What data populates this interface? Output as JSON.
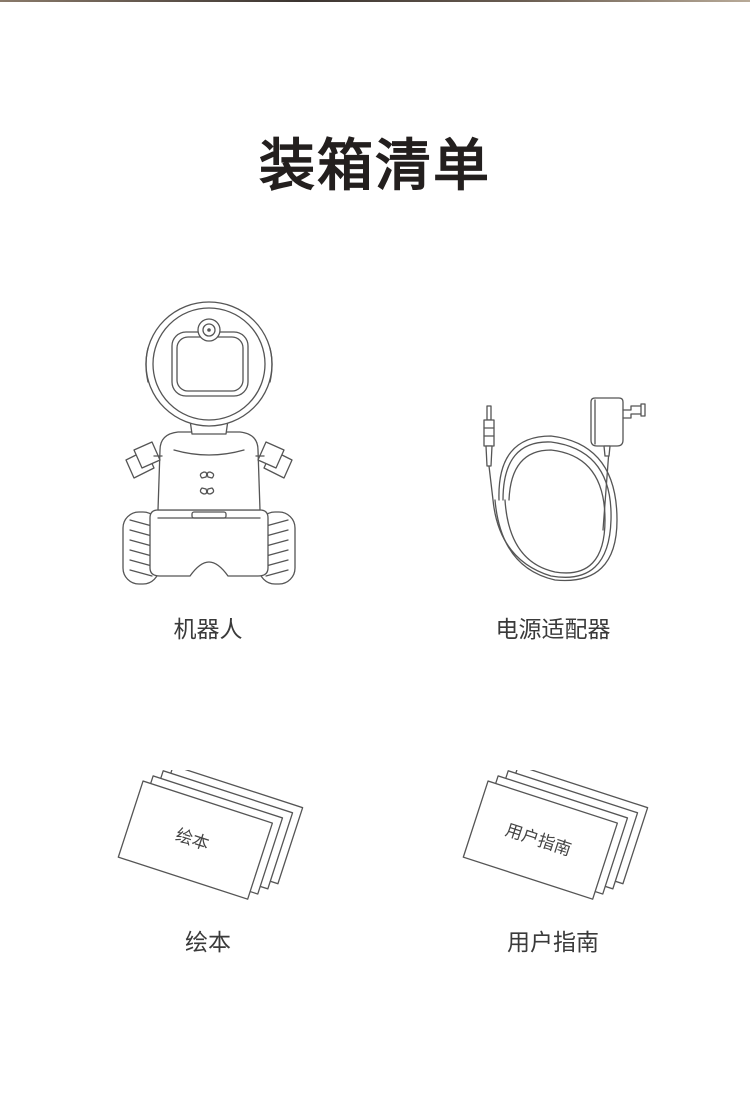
{
  "page": {
    "title": "装箱清单"
  },
  "items": [
    {
      "label": "机器人",
      "icon": "robot-icon"
    },
    {
      "label": "电源适配器",
      "icon": "power-adapter-icon"
    },
    {
      "label": "绘本",
      "icon": "picture-book-icon",
      "card_text": "绘本"
    },
    {
      "label": "用户指南",
      "icon": "user-guide-icon",
      "card_text": "用户指南"
    }
  ],
  "colors": {
    "title": "#231f1e",
    "label": "#3a3a3a",
    "line_art": "#555555"
  }
}
